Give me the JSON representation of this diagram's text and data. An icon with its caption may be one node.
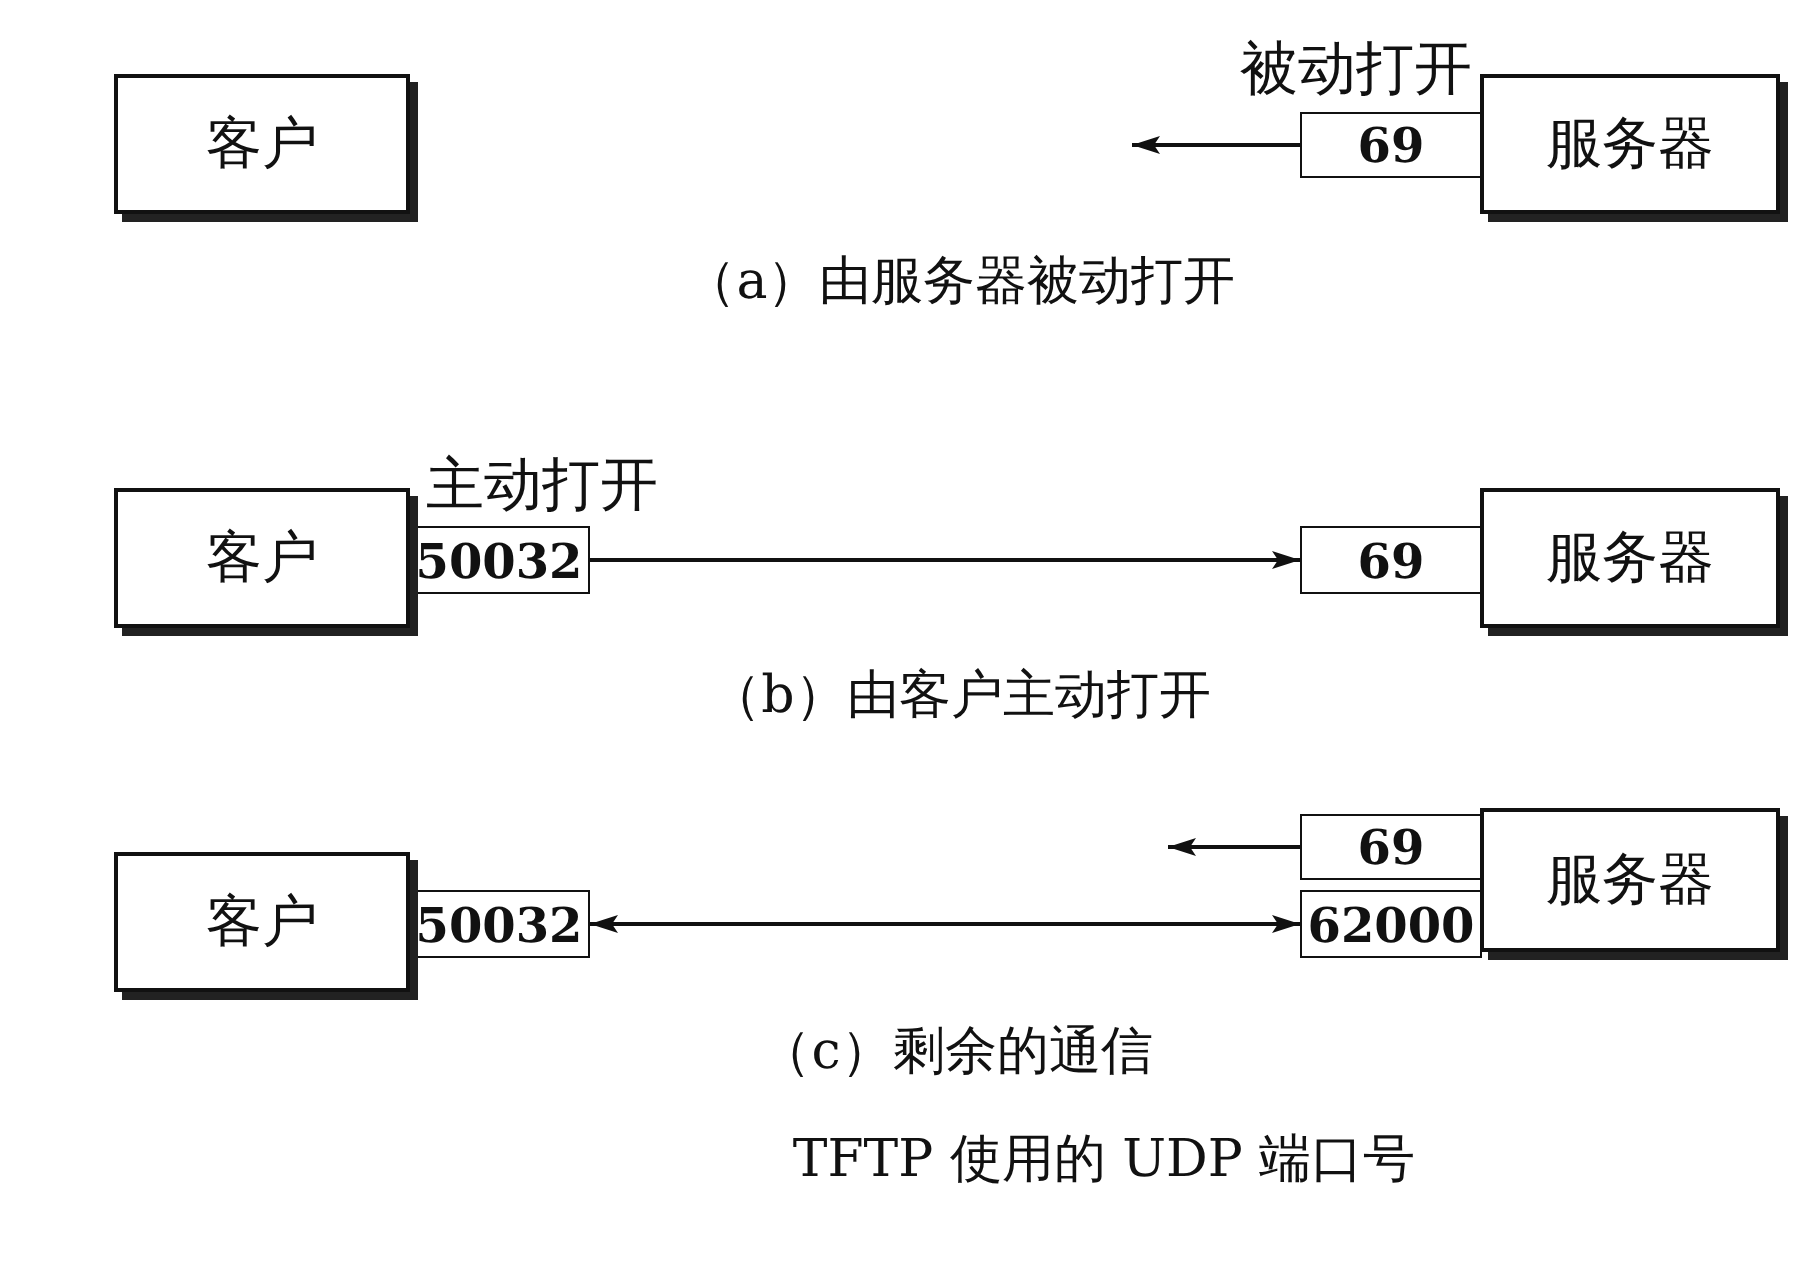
{
  "diagram": {
    "caption": "TFTP 使用的 UDP 端口号",
    "nodes": [
      {
        "text": [
          "客户"
        ]
      },
      {
        "text": [
          "69"
        ],
        "beside": [
          "被动打开"
        ]
      },
      {
        "text": [
          "服务器"
        ]
      },
      {
        "text": [
          "客户"
        ]
      },
      {
        "text": [
          "50032"
        ],
        "beside": [
          "主动打开"
        ]
      },
      {
        "text": [
          "69"
        ]
      },
      {
        "text": [
          "服务器"
        ]
      },
      {
        "text": [
          "客户"
        ]
      },
      {
        "text": [
          "50032"
        ]
      },
      {
        "text": [
          "69"
        ]
      },
      {
        "text": [
          "62000"
        ]
      },
      {
        "text": [
          "服务器"
        ]
      }
    ],
    "edges": [
      {
        "from": 1,
        "to": null,
        "arrow": "to"
      },
      {
        "from": 4,
        "to": 5,
        "arrow": "to"
      },
      {
        "from": 9,
        "to": null,
        "arrow": "to"
      },
      {
        "from": 8,
        "to": 10,
        "arrow": "both"
      }
    ],
    "labels": [
      "（a）由服务器被动打开",
      "（b）由客户主动打开",
      "（c）剩余的通信"
    ]
  }
}
